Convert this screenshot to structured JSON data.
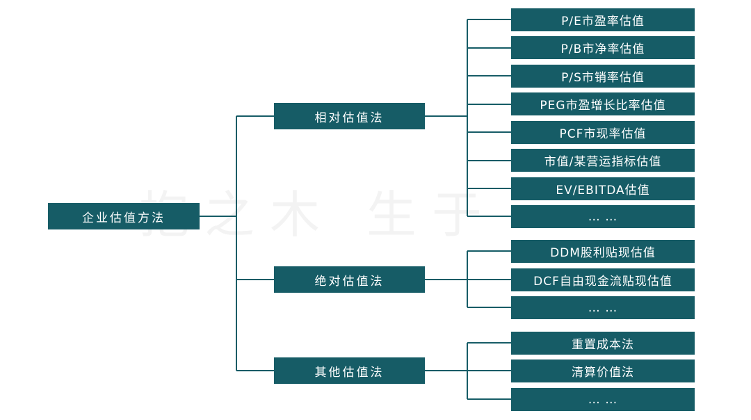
{
  "diagram": {
    "root": "企业估值方法",
    "categories": [
      {
        "label": "相对估值法",
        "items": [
          "P/E市盈率估值",
          "P/B市净率估值",
          "P/S市销率估值",
          "PEG市盈增长比率估值",
          "PCF市现率估值",
          "市值/某营运指标估值",
          "EV/EBITDA估值",
          "… …"
        ]
      },
      {
        "label": "绝对估值法",
        "items": [
          "DDM股利贴现估值",
          "DCF自由现金流贴现估值",
          "… …"
        ]
      },
      {
        "label": "其他估值法",
        "items": [
          "重置成本法",
          "清算价值法",
          "… …"
        ]
      }
    ],
    "watermark": "抱之木 生于",
    "colors": {
      "node_fill": "#165c66",
      "node_text": "#ffffff",
      "connector": "#165c66"
    }
  }
}
